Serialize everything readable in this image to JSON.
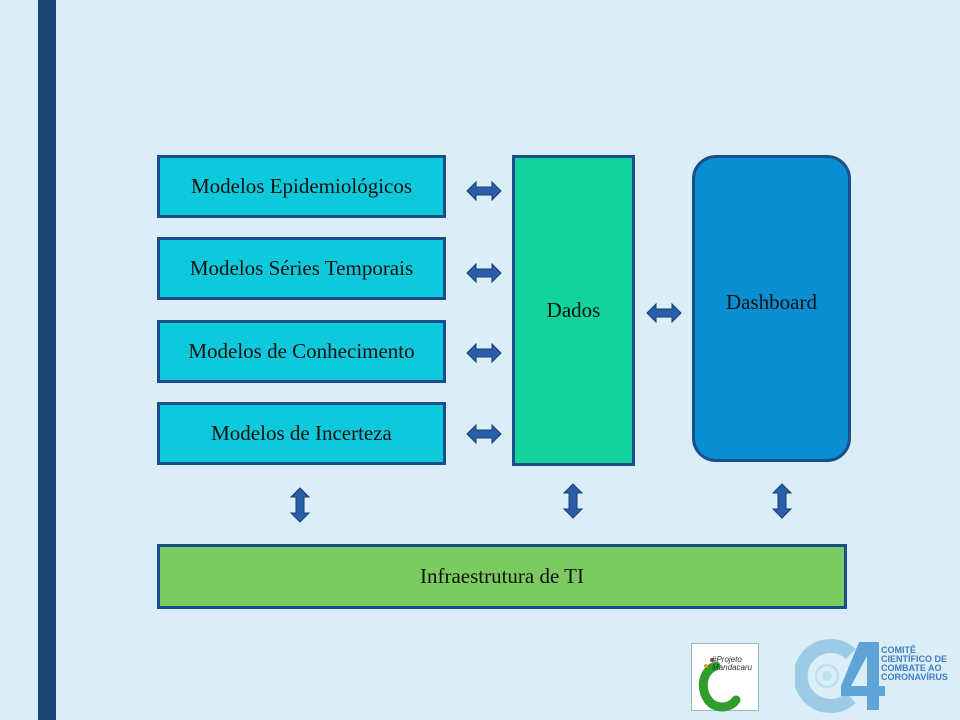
{
  "boxes": {
    "modelos_epidemiologicos": "Modelos Epidemiológicos",
    "modelos_series_temporais": "Modelos Séries Temporais",
    "modelos_conhecimento": "Modelos de Conhecimento",
    "modelos_incerteza": "Modelos de Incerteza",
    "dados": "Dados",
    "dashboard": "Dashboard",
    "infraestrutura": "Infraestrutura de TI"
  },
  "logos": {
    "mandacaru": "#Projeto Mandacaru",
    "comite_lines": [
      "COMITÊ",
      "CIENTÍFICO DE",
      "COMBATE AO",
      "CORONAVÍRUS"
    ]
  },
  "colors": {
    "background": "#dbeef8",
    "model_box": "#0ec9dc",
    "dados_box": "#12d29d",
    "dashboard_box": "#0a8ed2",
    "infra_box": "#7ccb60",
    "border": "#1a4f8a",
    "arrow": "#2a5fa8"
  }
}
